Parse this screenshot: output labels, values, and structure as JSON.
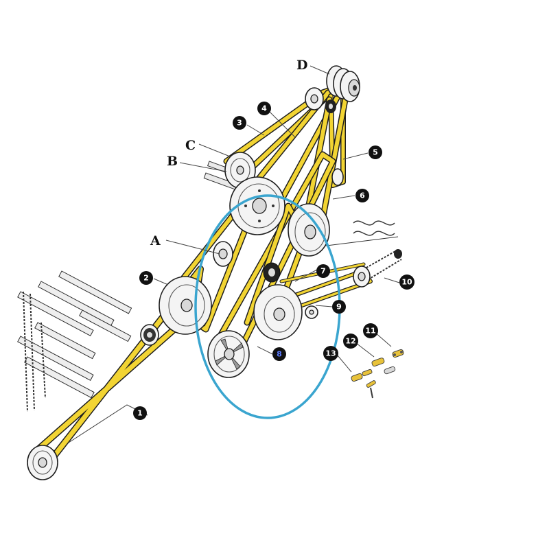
{
  "callouts": {
    "c1": "1",
    "c2": "2",
    "c3": "3",
    "c4": "4",
    "c5": "5",
    "c6": "6",
    "c7": "7",
    "c8": "8",
    "c9": "9",
    "c10": "10",
    "c11": "11",
    "c12": "12",
    "c13": "13"
  },
  "letters": {
    "A": "A",
    "B": "B",
    "C": "C",
    "D": "D"
  },
  "colors": {
    "belt": "#f2d433",
    "highlight": "#3aa5cf",
    "callout_fill": "#111111",
    "callout_8_text": "#1f3fb8"
  }
}
